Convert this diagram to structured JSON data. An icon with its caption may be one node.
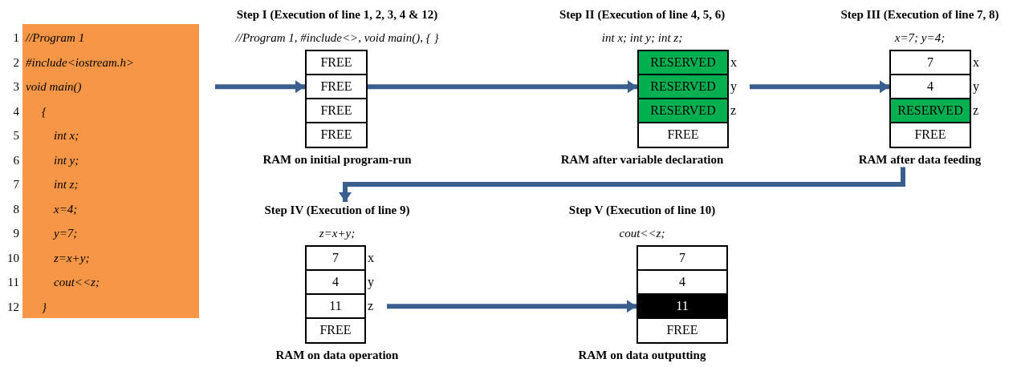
{
  "diagram": {
    "nodes": [
      {
        "text": [
          "//Program 1",
          "#include<iostream.h>",
          "void main()",
          "{",
          "int x;",
          "int y;",
          "int z;",
          "x=4;",
          "y=7;",
          "z=x+y;",
          "cout<<z;",
          "}"
        ],
        "beside": [
          "1",
          "2",
          "3",
          "4",
          "5",
          "6",
          "7",
          "8",
          "9",
          "10",
          "11",
          "12"
        ]
      },
      {
        "text": [
          "Step I (Execution of line 1, 2, 3, 4 & 12)",
          "//Program 1, #include<>, void main(), { }"
        ],
        "beside": [
          "RAM on initial program-run"
        ]
      },
      {
        "text": [
          "FREE"
        ],
        "in": 1
      },
      {
        "text": [
          "FREE"
        ],
        "in": 1
      },
      {
        "text": [
          "FREE"
        ],
        "in": 1
      },
      {
        "text": [
          "FREE"
        ],
        "in": 1
      },
      {
        "text": [
          "Step II (Execution of line 4, 5, 6)",
          "int x; int y; int z;"
        ],
        "beside": [
          "RAM after variable declaration"
        ]
      },
      {
        "text": [
          "RESERVED"
        ],
        "in": 6,
        "beside": [
          "x"
        ]
      },
      {
        "text": [
          "RESERVED"
        ],
        "in": 6,
        "beside": [
          "y"
        ]
      },
      {
        "text": [
          "RESERVED"
        ],
        "in": 6,
        "beside": [
          "z"
        ]
      },
      {
        "text": [
          "FREE"
        ],
        "in": 6
      },
      {
        "text": [
          "Step III (Execution of line 7, 8)",
          "x=7; y=4;"
        ],
        "beside": [
          "RAM after data feeding"
        ]
      },
      {
        "text": [
          "7"
        ],
        "in": 11,
        "beside": [
          "x"
        ]
      },
      {
        "text": [
          "4"
        ],
        "in": 11,
        "beside": [
          "y"
        ]
      },
      {
        "text": [
          "RESERVED"
        ],
        "in": 11,
        "beside": [
          "z"
        ]
      },
      {
        "text": [
          "FREE"
        ],
        "in": 11
      },
      {
        "text": [
          "Step IV (Execution of line 9)",
          "z=x+y;"
        ],
        "beside": [
          "RAM on data operation"
        ]
      },
      {
        "text": [
          "7"
        ],
        "in": 16,
        "beside": [
          "x"
        ]
      },
      {
        "text": [
          "4"
        ],
        "in": 16,
        "beside": [
          "y"
        ]
      },
      {
        "text": [
          "11"
        ],
        "in": 16,
        "beside": [
          "z"
        ]
      },
      {
        "text": [
          "FREE"
        ],
        "in": 16
      },
      {
        "text": [
          "Step V (Execution of line 10)",
          "cout<<z;"
        ],
        "beside": [
          "RAM on data outputting"
        ]
      },
      {
        "text": [
          "7"
        ],
        "in": 21
      },
      {
        "text": [
          "4"
        ],
        "in": 21
      },
      {
        "text": [
          "11"
        ],
        "in": 21
      },
      {
        "text": [
          "FREE"
        ],
        "in": 21
      }
    ],
    "edges": [
      {
        "from": null,
        "to": 3,
        "arrow": "to"
      },
      {
        "from": 3,
        "to": 8,
        "arrow": "to"
      },
      {
        "from": 8,
        "to": 13,
        "arrow": "to"
      },
      {
        "from": 11,
        "to": 16,
        "arrow": "to"
      },
      {
        "from": 19,
        "to": 24,
        "arrow": "to"
      }
    ]
  }
}
